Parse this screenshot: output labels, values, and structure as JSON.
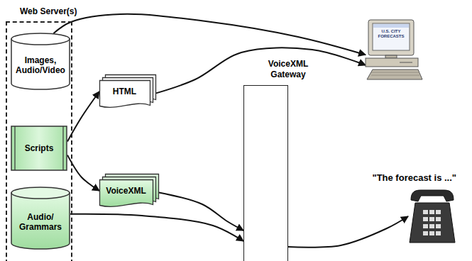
{
  "diagram": {
    "nodes": [
      {
        "text": [
          "Web Server(s)"
        ]
      },
      {
        "text": [
          "Images, Audio/Video"
        ],
        "in": 0
      },
      {
        "text": [
          "Scripts"
        ],
        "in": 0
      },
      {
        "text": [
          "Audio/ Grammars"
        ],
        "in": 0
      },
      {
        "text": [
          "HTML"
        ]
      },
      {
        "text": [
          "VoiceXML"
        ]
      },
      {
        "text": [
          "VoiceXML Gateway"
        ]
      },
      {
        "text": [
          "U.S. CITY FORECASTS"
        ]
      },
      {
        "text": [
          "\"The forecast is ...\""
        ]
      }
    ],
    "edges": [
      {
        "from": 1,
        "to": 7,
        "arrow": "to"
      },
      {
        "from": 2,
        "to": 4,
        "arrow": "to"
      },
      {
        "from": 4,
        "to": 7,
        "arrow": "to"
      },
      {
        "from": 2,
        "to": 5,
        "arrow": "to"
      },
      {
        "from": 5,
        "to": 6,
        "arrow": "to"
      },
      {
        "from": 3,
        "to": 6,
        "arrow": "to"
      },
      {
        "from": 6,
        "to": 8,
        "arrow": "to"
      }
    ]
  }
}
